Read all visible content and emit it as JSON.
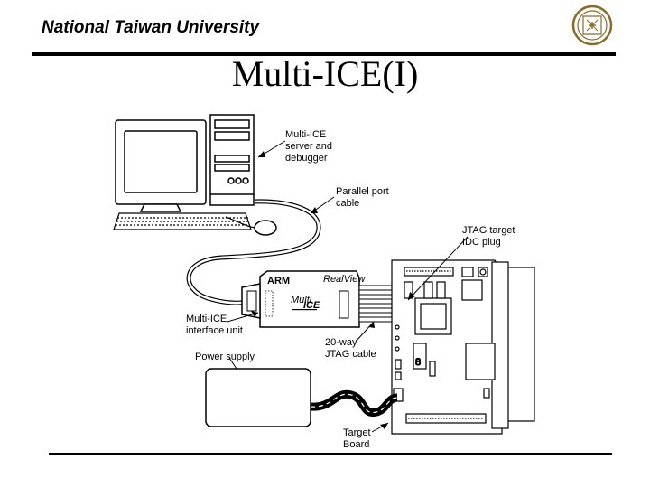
{
  "header": {
    "university": "National Taiwan University",
    "title": "Multi-ICE(I)"
  },
  "diagram": {
    "labels": {
      "server": [
        "Multi-ICE",
        "server and",
        "debugger"
      ],
      "parallel": [
        "Parallel port",
        "cable"
      ],
      "jtag_plug": [
        "JTAG target",
        "IDC plug"
      ],
      "interface": [
        "Multi-ICE",
        "interface unit"
      ],
      "jtag_cable": [
        "20-way",
        "JTAG cable"
      ],
      "power": [
        "Power supply"
      ],
      "target": [
        "Target",
        "Board"
      ]
    },
    "unit_text": {
      "arm": "ARM",
      "realview": "RealView",
      "multi": "Multi",
      "ice": "ICE"
    }
  },
  "colors": {
    "ink": "#000000",
    "paper": "#ffffff",
    "logo": "#8a6a2a"
  }
}
